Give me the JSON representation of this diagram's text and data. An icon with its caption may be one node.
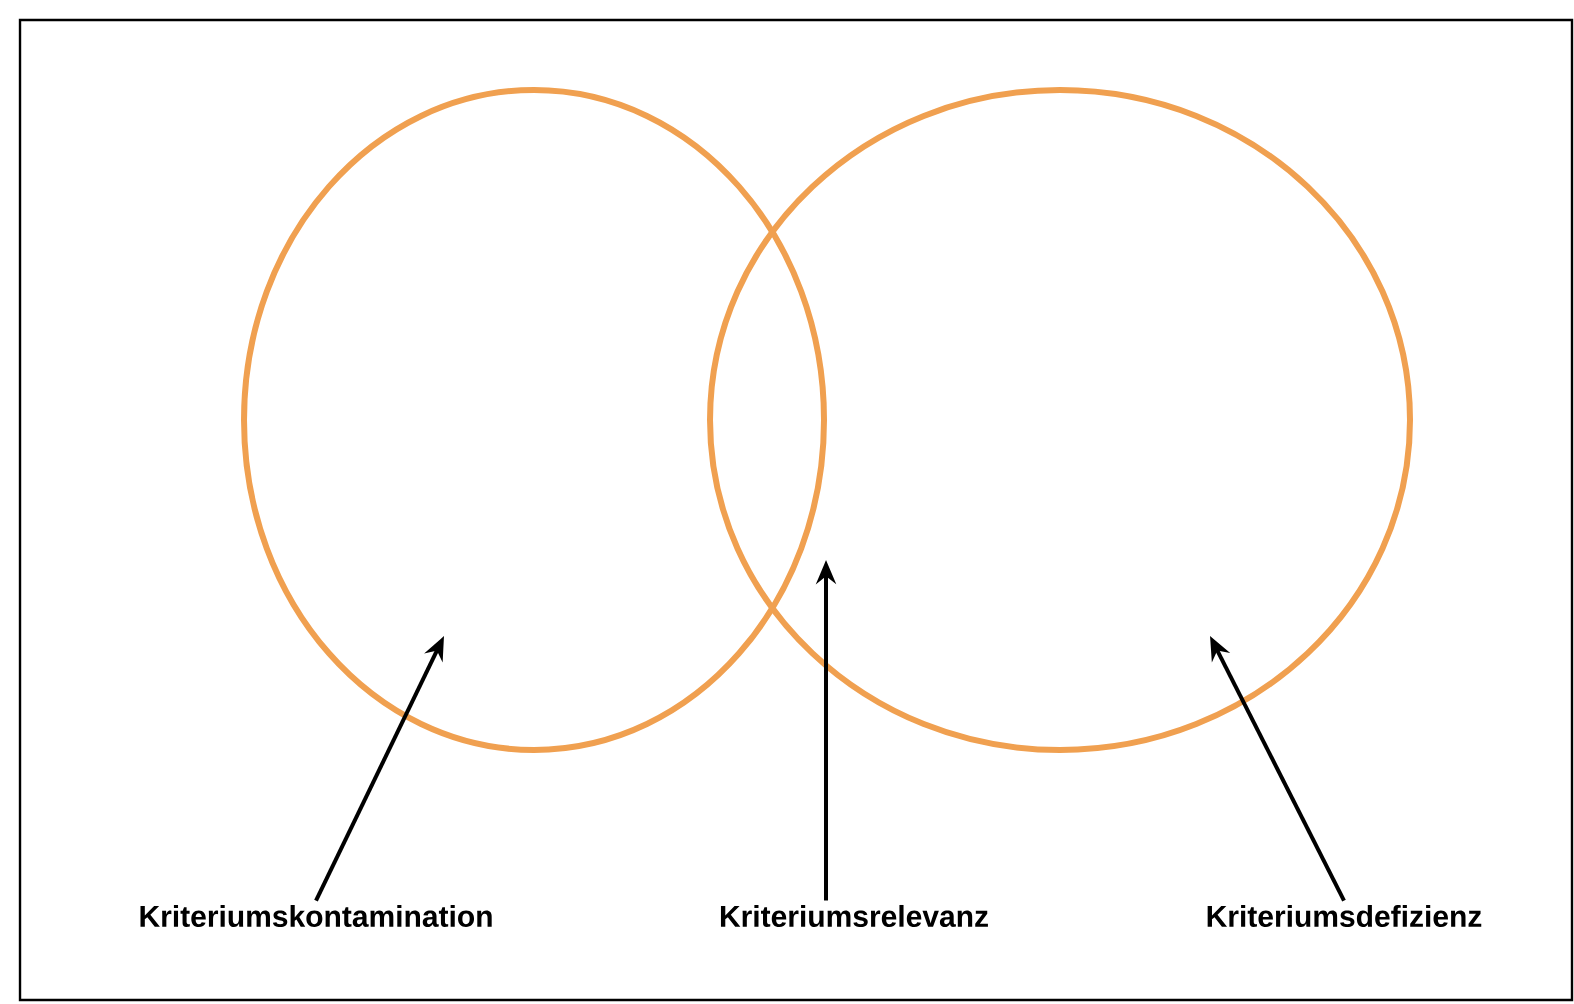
{
  "diagram": {
    "nodes": [
      {
        "text": [],
        "shape": "circle"
      },
      {
        "text": [],
        "shape": "circle"
      },
      {
        "text": [
          "Kriteriumskontamination"
        ]
      },
      {
        "text": [
          "Kriteriumsrelevanz"
        ]
      },
      {
        "text": [
          "Kriteriumsdefizienz"
        ]
      }
    ],
    "edges": [
      {
        "from": 2,
        "to": 0,
        "arrow": "to"
      },
      {
        "from": 3,
        "to": 1,
        "arrow": "to"
      },
      {
        "from": 4,
        "to": 1,
        "arrow": "to"
      }
    ]
  }
}
